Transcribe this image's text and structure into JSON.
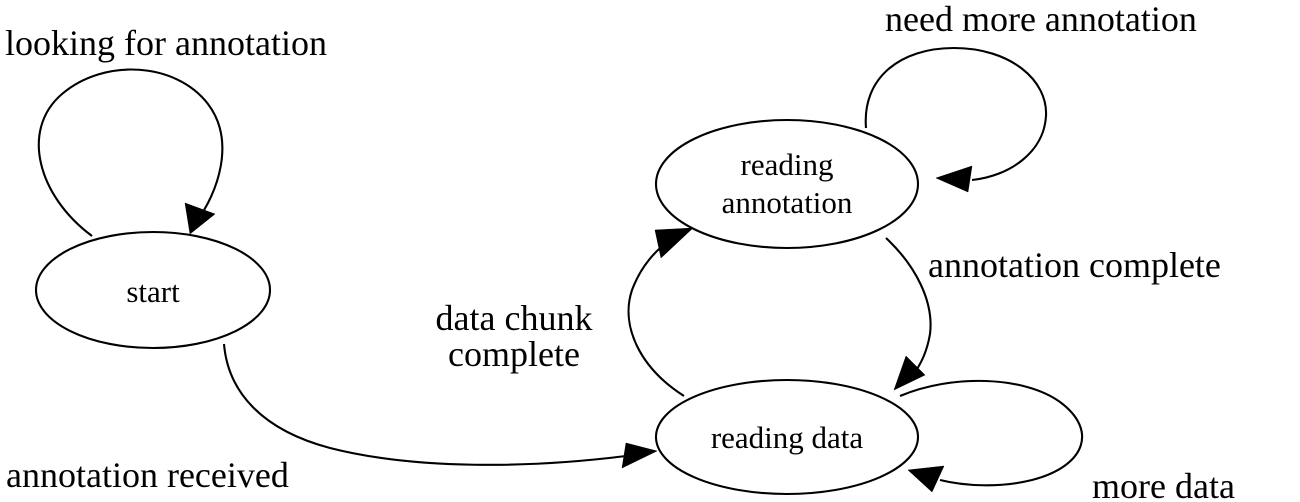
{
  "diagram": {
    "type": "finite-state-machine",
    "title": "",
    "background_color": "#ffffff",
    "stroke_color": "#000000",
    "nodes": [
      {
        "id": "start",
        "label": "start",
        "label_lines": [
          "start"
        ]
      },
      {
        "id": "reading_annotation",
        "label": "reading annotation",
        "label_lines": [
          "reading",
          "annotation"
        ]
      },
      {
        "id": "reading_data",
        "label": "reading data",
        "label_lines": [
          "reading data"
        ]
      }
    ],
    "edges": [
      {
        "id": "start_self",
        "from": "start",
        "to": "start",
        "label": "looking for annotation"
      },
      {
        "id": "start_to_reading_data",
        "from": "start",
        "to": "reading_data",
        "label": "annotation received"
      },
      {
        "id": "reading_data_to_reading_annotation",
        "from": "reading_data",
        "to": "reading_annotation",
        "label": "data chunk complete",
        "label_lines": [
          "data chunk",
          "complete"
        ]
      },
      {
        "id": "reading_annotation_self",
        "from": "reading_annotation",
        "to": "reading_annotation",
        "label": "need more annotation"
      },
      {
        "id": "reading_annotation_to_reading_data",
        "from": "reading_annotation",
        "to": "reading_data",
        "label": "annotation complete"
      },
      {
        "id": "reading_data_self",
        "from": "reading_data",
        "to": "reading_data",
        "label": "more data"
      }
    ]
  },
  "labels": {
    "looking_for_annotation": "looking for annotation",
    "annotation_received": "annotation received",
    "data_chunk_line1": "data chunk",
    "data_chunk_line2": "complete",
    "need_more_annotation": "need more annotation",
    "annotation_complete": "annotation complete",
    "more_data": "more data",
    "node_start": "start",
    "node_reading_annotation_line1": "reading",
    "node_reading_annotation_line2": "annotation",
    "node_reading_data": "reading data"
  }
}
